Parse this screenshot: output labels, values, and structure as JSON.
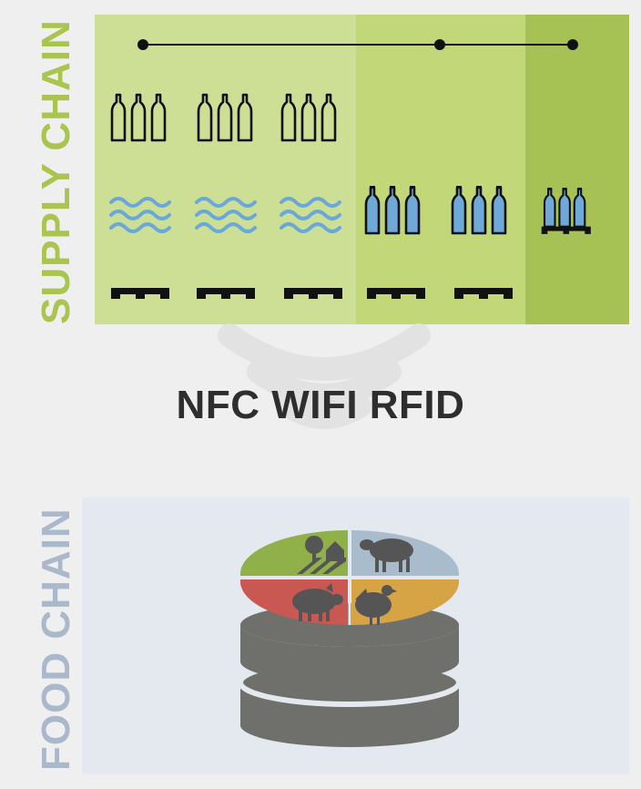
{
  "supply_chain": {
    "label": "SUPPLY CHAIN",
    "zone_colors": [
      "#cddf95",
      "#c2d778",
      "#a7c254"
    ],
    "stage_count": 3,
    "rows": {
      "bottles_outline": 3,
      "waves": 3,
      "bottles_blue": 2,
      "pallets": 5,
      "bottles_on_pallet": 1
    }
  },
  "technology": {
    "title": "NFC WIFI RFID",
    "icon": "wireless-signal-icon"
  },
  "food_chain": {
    "label": "FOOD CHAIN",
    "icon": "database-stack-icon",
    "quadrants": [
      {
        "icon": "farm-icon",
        "color": "#90b04a"
      },
      {
        "icon": "sheep-icon",
        "color": "#a9bccd"
      },
      {
        "icon": "pig-icon",
        "color": "#c95752"
      },
      {
        "icon": "chicken-icon",
        "color": "#d6a445"
      }
    ],
    "stack_color": "#6f706c"
  }
}
